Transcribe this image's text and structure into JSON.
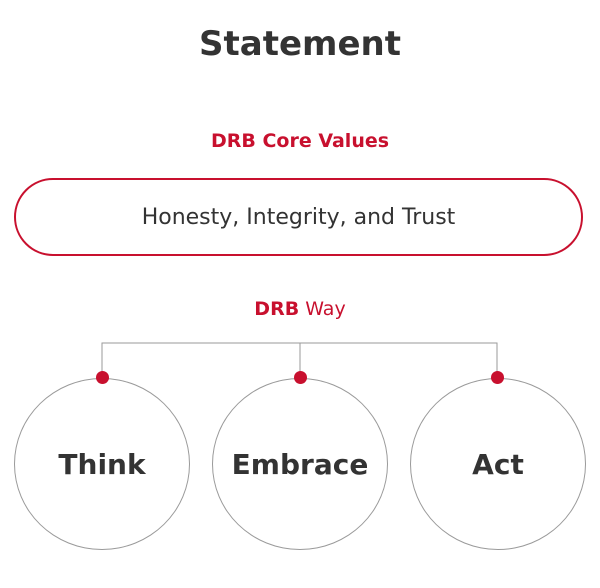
{
  "title": "Statement",
  "core_values": {
    "label": "DRB Core Values",
    "text": "Honesty, Integrity, and Trust"
  },
  "way": {
    "brand": "DRB",
    "label": "Way",
    "items": [
      "Think",
      "Embrace",
      "Act"
    ]
  },
  "colors": {
    "accent": "#c8102e",
    "text": "#333333",
    "circle_border": "#9a9a9a",
    "line": "#9a9a9a"
  }
}
